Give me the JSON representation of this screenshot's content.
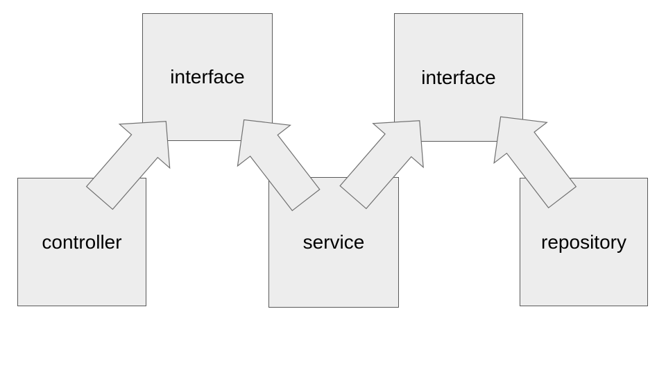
{
  "diagram": {
    "type": "layered-architecture-diagram",
    "background_color": "#ffffff",
    "shape_fill_color": "#ededed",
    "box_stroke_color": "#595959",
    "arrow_stroke_color": "#707070",
    "text_color": "#000000",
    "nodes": [
      {
        "id": "interface-left",
        "label": "interface",
        "row": "top"
      },
      {
        "id": "interface-right",
        "label": "interface",
        "row": "top"
      },
      {
        "id": "controller",
        "label": "controller",
        "row": "bottom"
      },
      {
        "id": "service",
        "label": "service",
        "row": "bottom"
      },
      {
        "id": "repository",
        "label": "repository",
        "row": "bottom"
      }
    ],
    "edges": [
      {
        "from": "controller",
        "to": "interface-left",
        "style": "block-arrow",
        "direction": "up-right"
      },
      {
        "from": "service",
        "to": "interface-left",
        "style": "block-arrow",
        "direction": "up-left"
      },
      {
        "from": "service",
        "to": "interface-right",
        "style": "block-arrow",
        "direction": "up-right"
      },
      {
        "from": "repository",
        "to": "interface-right",
        "style": "block-arrow",
        "direction": "up-left"
      }
    ]
  }
}
